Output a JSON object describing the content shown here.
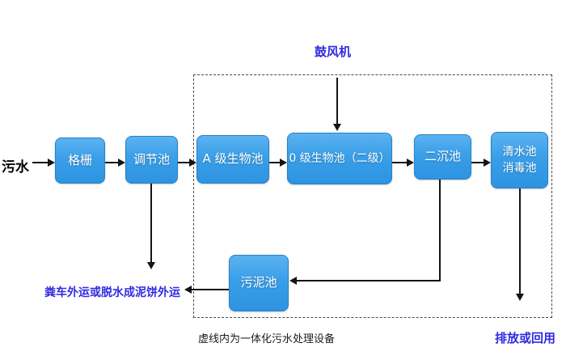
{
  "diagram": {
    "type": "flowchart",
    "subject": "integrated-wastewater-treatment-process",
    "source_label": "污水",
    "blower_label": "鼓风机",
    "boxes": {
      "grid": "格栅",
      "regulating": "调节池",
      "a_bio": "A 级生物池",
      "o_bio": "0 级生物池（二级）",
      "secondary_sedimentation": "二沉池",
      "clear_water_line1": "清水池",
      "clear_water_line2": "消毒池",
      "sludge": "污泥池"
    },
    "outputs": {
      "sludge_disposal": "粪车外运或脱水成泥饼外运",
      "discharge": "排放或回用"
    },
    "dashed_box_note": "虚线内为一体化污水处理设备",
    "edges": [
      {
        "from": "污水",
        "to": "格栅"
      },
      {
        "from": "格栅",
        "to": "调节池"
      },
      {
        "from": "调节池",
        "to": "A 级生物池"
      },
      {
        "from": "调节池",
        "to": "粪车外运或脱水成泥饼外运"
      },
      {
        "from": "鼓风机",
        "to": "0 级生物池（二级）"
      },
      {
        "from": "A 级生物池",
        "to": "0 级生物池（二级）"
      },
      {
        "from": "0 级生物池（二级）",
        "to": "二沉池"
      },
      {
        "from": "二沉池",
        "to": "清水池 消毒池"
      },
      {
        "from": "二沉池",
        "to": "污泥池"
      },
      {
        "from": "污泥池",
        "to": "粪车外运或脱水成泥饼外运"
      },
      {
        "from": "清水池 消毒池",
        "to": "排放或回用"
      }
    ],
    "colors": {
      "box_fill": "#3a9fe8",
      "box_border": "#2a80c5",
      "box_text": "#ffffff",
      "blue_label": "#2f2ae4",
      "black_label": "#000000",
      "note_label": "#1c1c1c",
      "arrow": "#141414",
      "dashed_border": "#4a4a4a",
      "background": "#ffffff"
    }
  }
}
